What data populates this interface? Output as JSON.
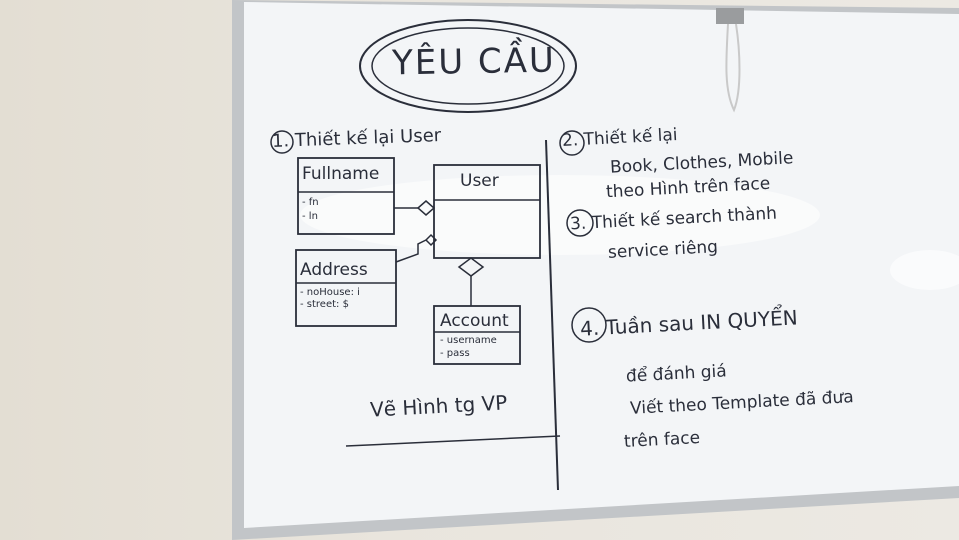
{
  "title": "YÊU CẦU",
  "left": {
    "heading": "1. Thiết kế lại User",
    "fullname": {
      "label": "Fullname",
      "attrs": [
        "- fn",
        "- ln"
      ]
    },
    "user": {
      "label": "User"
    },
    "address": {
      "label": "Address",
      "attrs": [
        "- noHouse: i",
        "- street: $"
      ]
    },
    "account": {
      "label": "Account",
      "attrs": [
        "- username",
        "- pass"
      ]
    },
    "footer": "Vẽ Hình tg VP"
  },
  "right": {
    "item2": [
      "2. Thiết kế lại",
      "Book, Clothes, Mobile",
      "theo Hình trên face"
    ],
    "item3": [
      "3. Thiết kế search thành",
      "service riêng"
    ],
    "item4": [
      "4. Tuần sau IN QUYỂN",
      "để đánh giá",
      "Viết theo Template đã đưa",
      "trên face"
    ]
  },
  "colors": {
    "ink": "#2a2e3a",
    "board": "#f4f6f8",
    "frame": "#b9bcbf"
  }
}
